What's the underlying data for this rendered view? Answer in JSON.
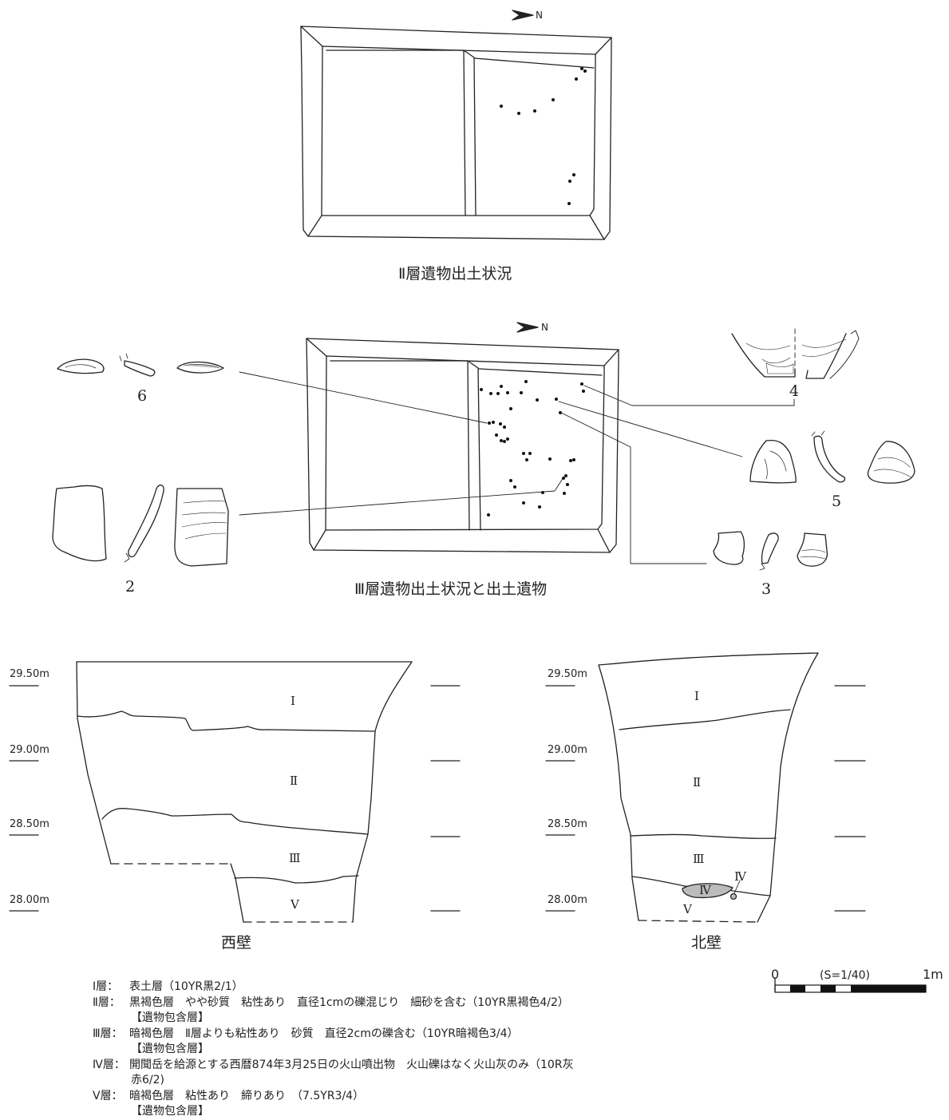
{
  "top_plan": {
    "north_label": "N",
    "caption": "Ⅱ層遺物出土状況"
  },
  "mid_plan": {
    "north_label": "N",
    "caption": "Ⅲ層遺物出土状況と出土遺物",
    "artifact_numbers": [
      "6",
      "2",
      "4",
      "5",
      "3"
    ]
  },
  "sections": {
    "west": {
      "caption": "西壁",
      "elevations": [
        "29.50m",
        "29.00m",
        "28.50m",
        "28.00m"
      ],
      "layers": [
        "Ⅰ",
        "Ⅱ",
        "Ⅲ",
        "Ⅴ"
      ]
    },
    "north": {
      "caption": "北壁",
      "elevations": [
        "29.50m",
        "29.00m",
        "28.50m",
        "28.00m"
      ],
      "layers": [
        "Ⅰ",
        "Ⅱ",
        "Ⅲ",
        "Ⅳ",
        "Ⅳ",
        "Ⅴ"
      ]
    }
  },
  "scale_bar": {
    "start": "0",
    "end": "1m",
    "ratio": "(S=1/40)"
  },
  "legend": [
    {
      "key": "Ⅰ層：",
      "text": "表土層（10YR黒2/1）",
      "sub": ""
    },
    {
      "key": "Ⅱ層：",
      "text": "黒褐色層　やや砂質　粘性あり　直径1cmの礫混じり　細砂を含む（10YR黒褐色4/2）",
      "sub": "【遺物包含層】"
    },
    {
      "key": "Ⅲ層：",
      "text": "暗褐色層　Ⅱ層よりも粘性あり　砂質　直径2cmの礫含む（10YR暗褐色3/4）",
      "sub": "【遺物包含層】"
    },
    {
      "key": "Ⅳ層：",
      "text": "開聞岳を給源とする西暦874年3月25日の火山噴出物　火山礫はなく火山灰のみ（10R灰",
      "sub": "赤6/2)"
    },
    {
      "key": "Ⅴ層：",
      "text": "暗褐色層　粘性あり　締りあり　（7.5YR3/4）",
      "sub": "【遺物包含層】"
    }
  ]
}
